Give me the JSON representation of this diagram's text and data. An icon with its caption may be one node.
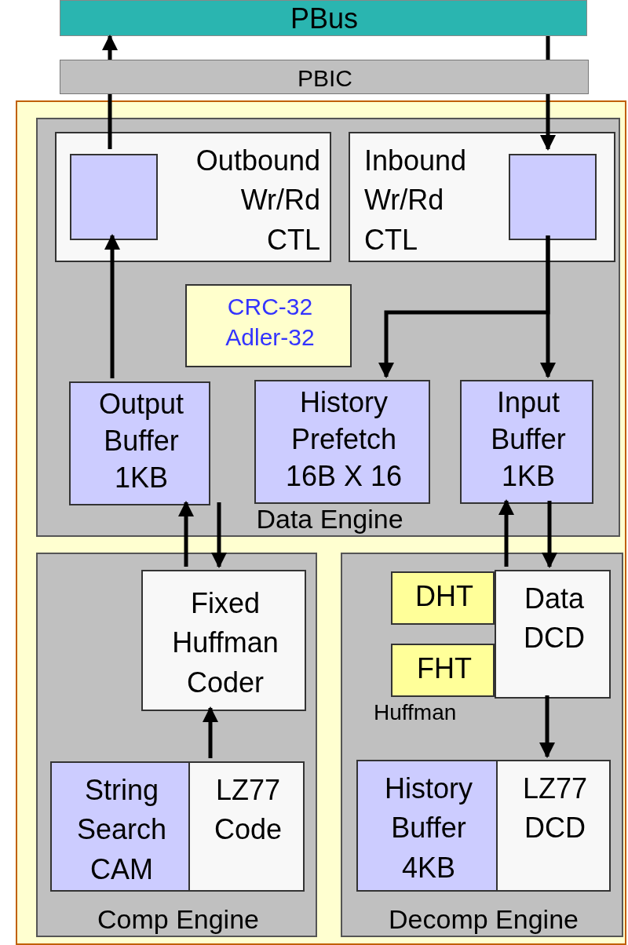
{
  "diagram": {
    "nodes": [
      {
        "text": [
          "PBus"
        ]
      },
      {
        "text": [
          "PBIC"
        ]
      },
      {
        "text": [],
        "shape": "box"
      },
      {
        "text": [
          "Data Engine"
        ],
        "in": 2
      },
      {
        "text": [
          "Outbound Wr/Rd CTL"
        ],
        "in": 3
      },
      {
        "text": [],
        "shape": "box",
        "in": 4
      },
      {
        "text": [
          "Inbound Wr/Rd CTL"
        ],
        "in": 3
      },
      {
        "text": [],
        "shape": "box",
        "in": 6
      },
      {
        "text": [
          "CRC-32 Adler-32"
        ],
        "in": 3
      },
      {
        "text": [
          "Output Buffer 1KB"
        ],
        "in": 3
      },
      {
        "text": [
          "History Prefetch 16B X 16"
        ],
        "in": 3
      },
      {
        "text": [
          "Input Buffer 1KB"
        ],
        "in": 3
      },
      {
        "text": [
          "Comp Engine"
        ],
        "in": 2
      },
      {
        "text": [
          "Fixed Huffman Coder"
        ],
        "in": 12
      },
      {
        "text": [
          "String Search CAM"
        ],
        "in": 12
      },
      {
        "text": [
          "LZ77 Code"
        ],
        "in": 12
      },
      {
        "text": [
          "Decomp Engine"
        ],
        "in": 2
      },
      {
        "text": [
          "DHT"
        ],
        "in": 16
      },
      {
        "text": [
          "FHT"
        ],
        "in": 16
      },
      {
        "text": [
          "Data DCD"
        ],
        "in": 16
      },
      {
        "text": [
          "History Buffer 4KB"
        ],
        "in": 16
      },
      {
        "text": [
          "LZ77 DCD"
        ],
        "in": 16
      }
    ],
    "edges": [
      {
        "from": 5,
        "to": 1,
        "arrow": "none"
      },
      {
        "from": 1,
        "to": 0,
        "arrow": "to"
      },
      {
        "from": 0,
        "to": 1,
        "arrow": "none"
      },
      {
        "from": 1,
        "to": 7,
        "arrow": "to"
      },
      {
        "from": 7,
        "to": 10,
        "arrow": "to"
      },
      {
        "from": 7,
        "to": 11,
        "arrow": "to"
      },
      {
        "from": 9,
        "to": 5,
        "arrow": "to"
      },
      {
        "from": 13,
        "to": 9,
        "arrow": "to"
      },
      {
        "from": 9,
        "to": 13,
        "arrow": "to"
      },
      {
        "from": 19,
        "to": 11,
        "arrow": "to"
      },
      {
        "from": 11,
        "to": 19,
        "arrow": "to"
      },
      {
        "from": 15,
        "to": 13,
        "arrow": "to"
      },
      {
        "from": 19,
        "to": 21,
        "arrow": "to"
      }
    ],
    "labels": [
      "Huffman"
    ]
  }
}
